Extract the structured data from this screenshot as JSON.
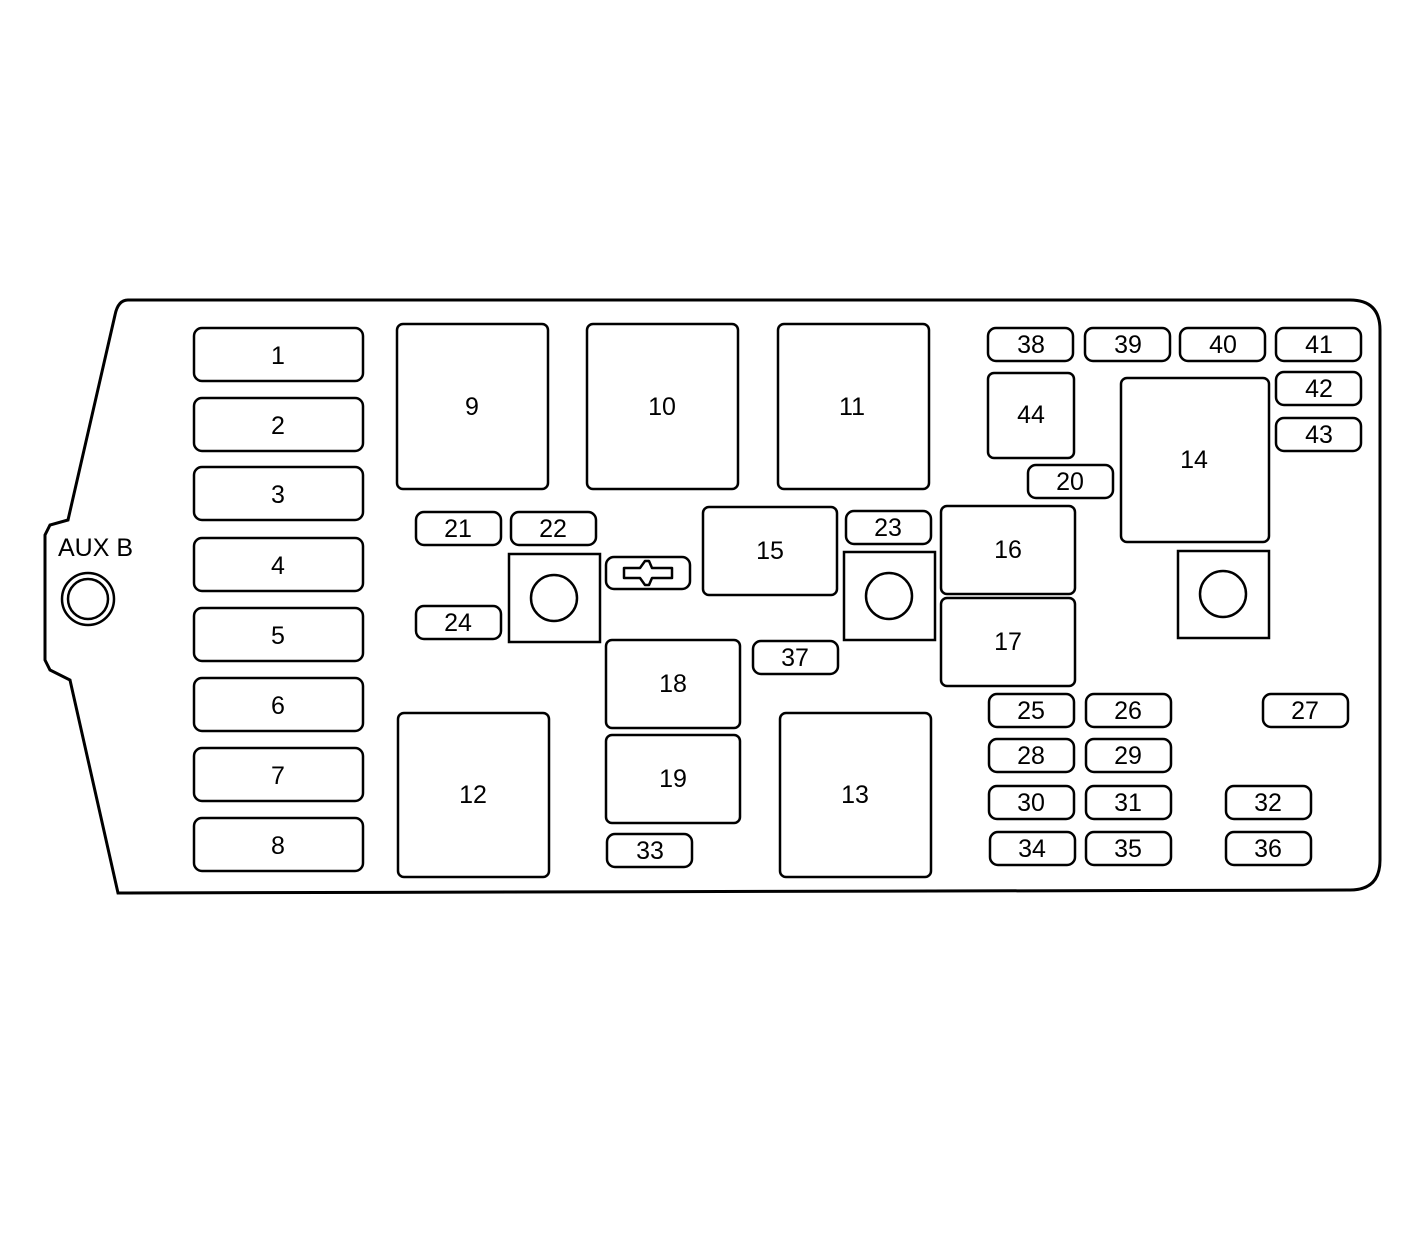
{
  "panel": {
    "aux_label": "AUX B"
  },
  "slots": {
    "s1": "1",
    "s2": "2",
    "s3": "3",
    "s4": "4",
    "s5": "5",
    "s6": "6",
    "s7": "7",
    "s8": "8",
    "s9": "9",
    "s10": "10",
    "s11": "11",
    "s12": "12",
    "s13": "13",
    "s14": "14",
    "s15": "15",
    "s16": "16",
    "s17": "17",
    "s18": "18",
    "s19": "19",
    "s20": "20",
    "s21": "21",
    "s22": "22",
    "s23": "23",
    "s24": "24",
    "s25": "25",
    "s26": "26",
    "s27": "27",
    "s28": "28",
    "s29": "29",
    "s30": "30",
    "s31": "31",
    "s32": "32",
    "s33": "33",
    "s34": "34",
    "s35": "35",
    "s36": "36",
    "s37": "37",
    "s38": "38",
    "s39": "39",
    "s40": "40",
    "s41": "41",
    "s42": "42",
    "s43": "43",
    "s44": "44"
  }
}
